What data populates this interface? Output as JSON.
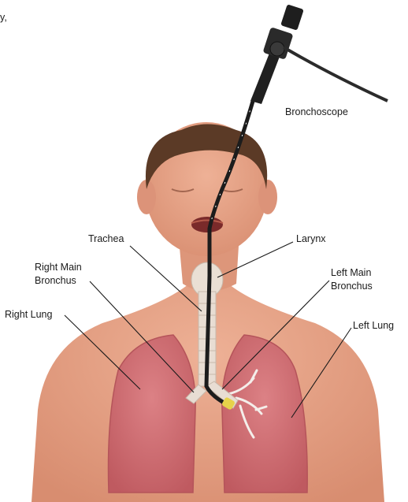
{
  "labels": {
    "corner_fragment": "y,",
    "bronchoscope": "Bronchoscope",
    "trachea": "Trachea",
    "larynx": "Larynx",
    "right_main_bronchus_line1": "Right Main",
    "right_main_bronchus_line2": "Bronchus",
    "left_main_bronchus_line1": "Left Main",
    "left_main_bronchus_line2": "Bronchus",
    "right_lung": "Right Lung",
    "left_lung": "Left Lung"
  },
  "colors": {
    "skin": "#e7a184",
    "skin_shadow": "#c97d64",
    "hair": "#5b3a26",
    "lung": "#cf6b6e",
    "lung_dark": "#b5545a",
    "airway": "#e8ddd3",
    "scope": "#1c1c1c",
    "scope_tip": "#e6d24a",
    "leader_line": "#1a1a1a"
  }
}
